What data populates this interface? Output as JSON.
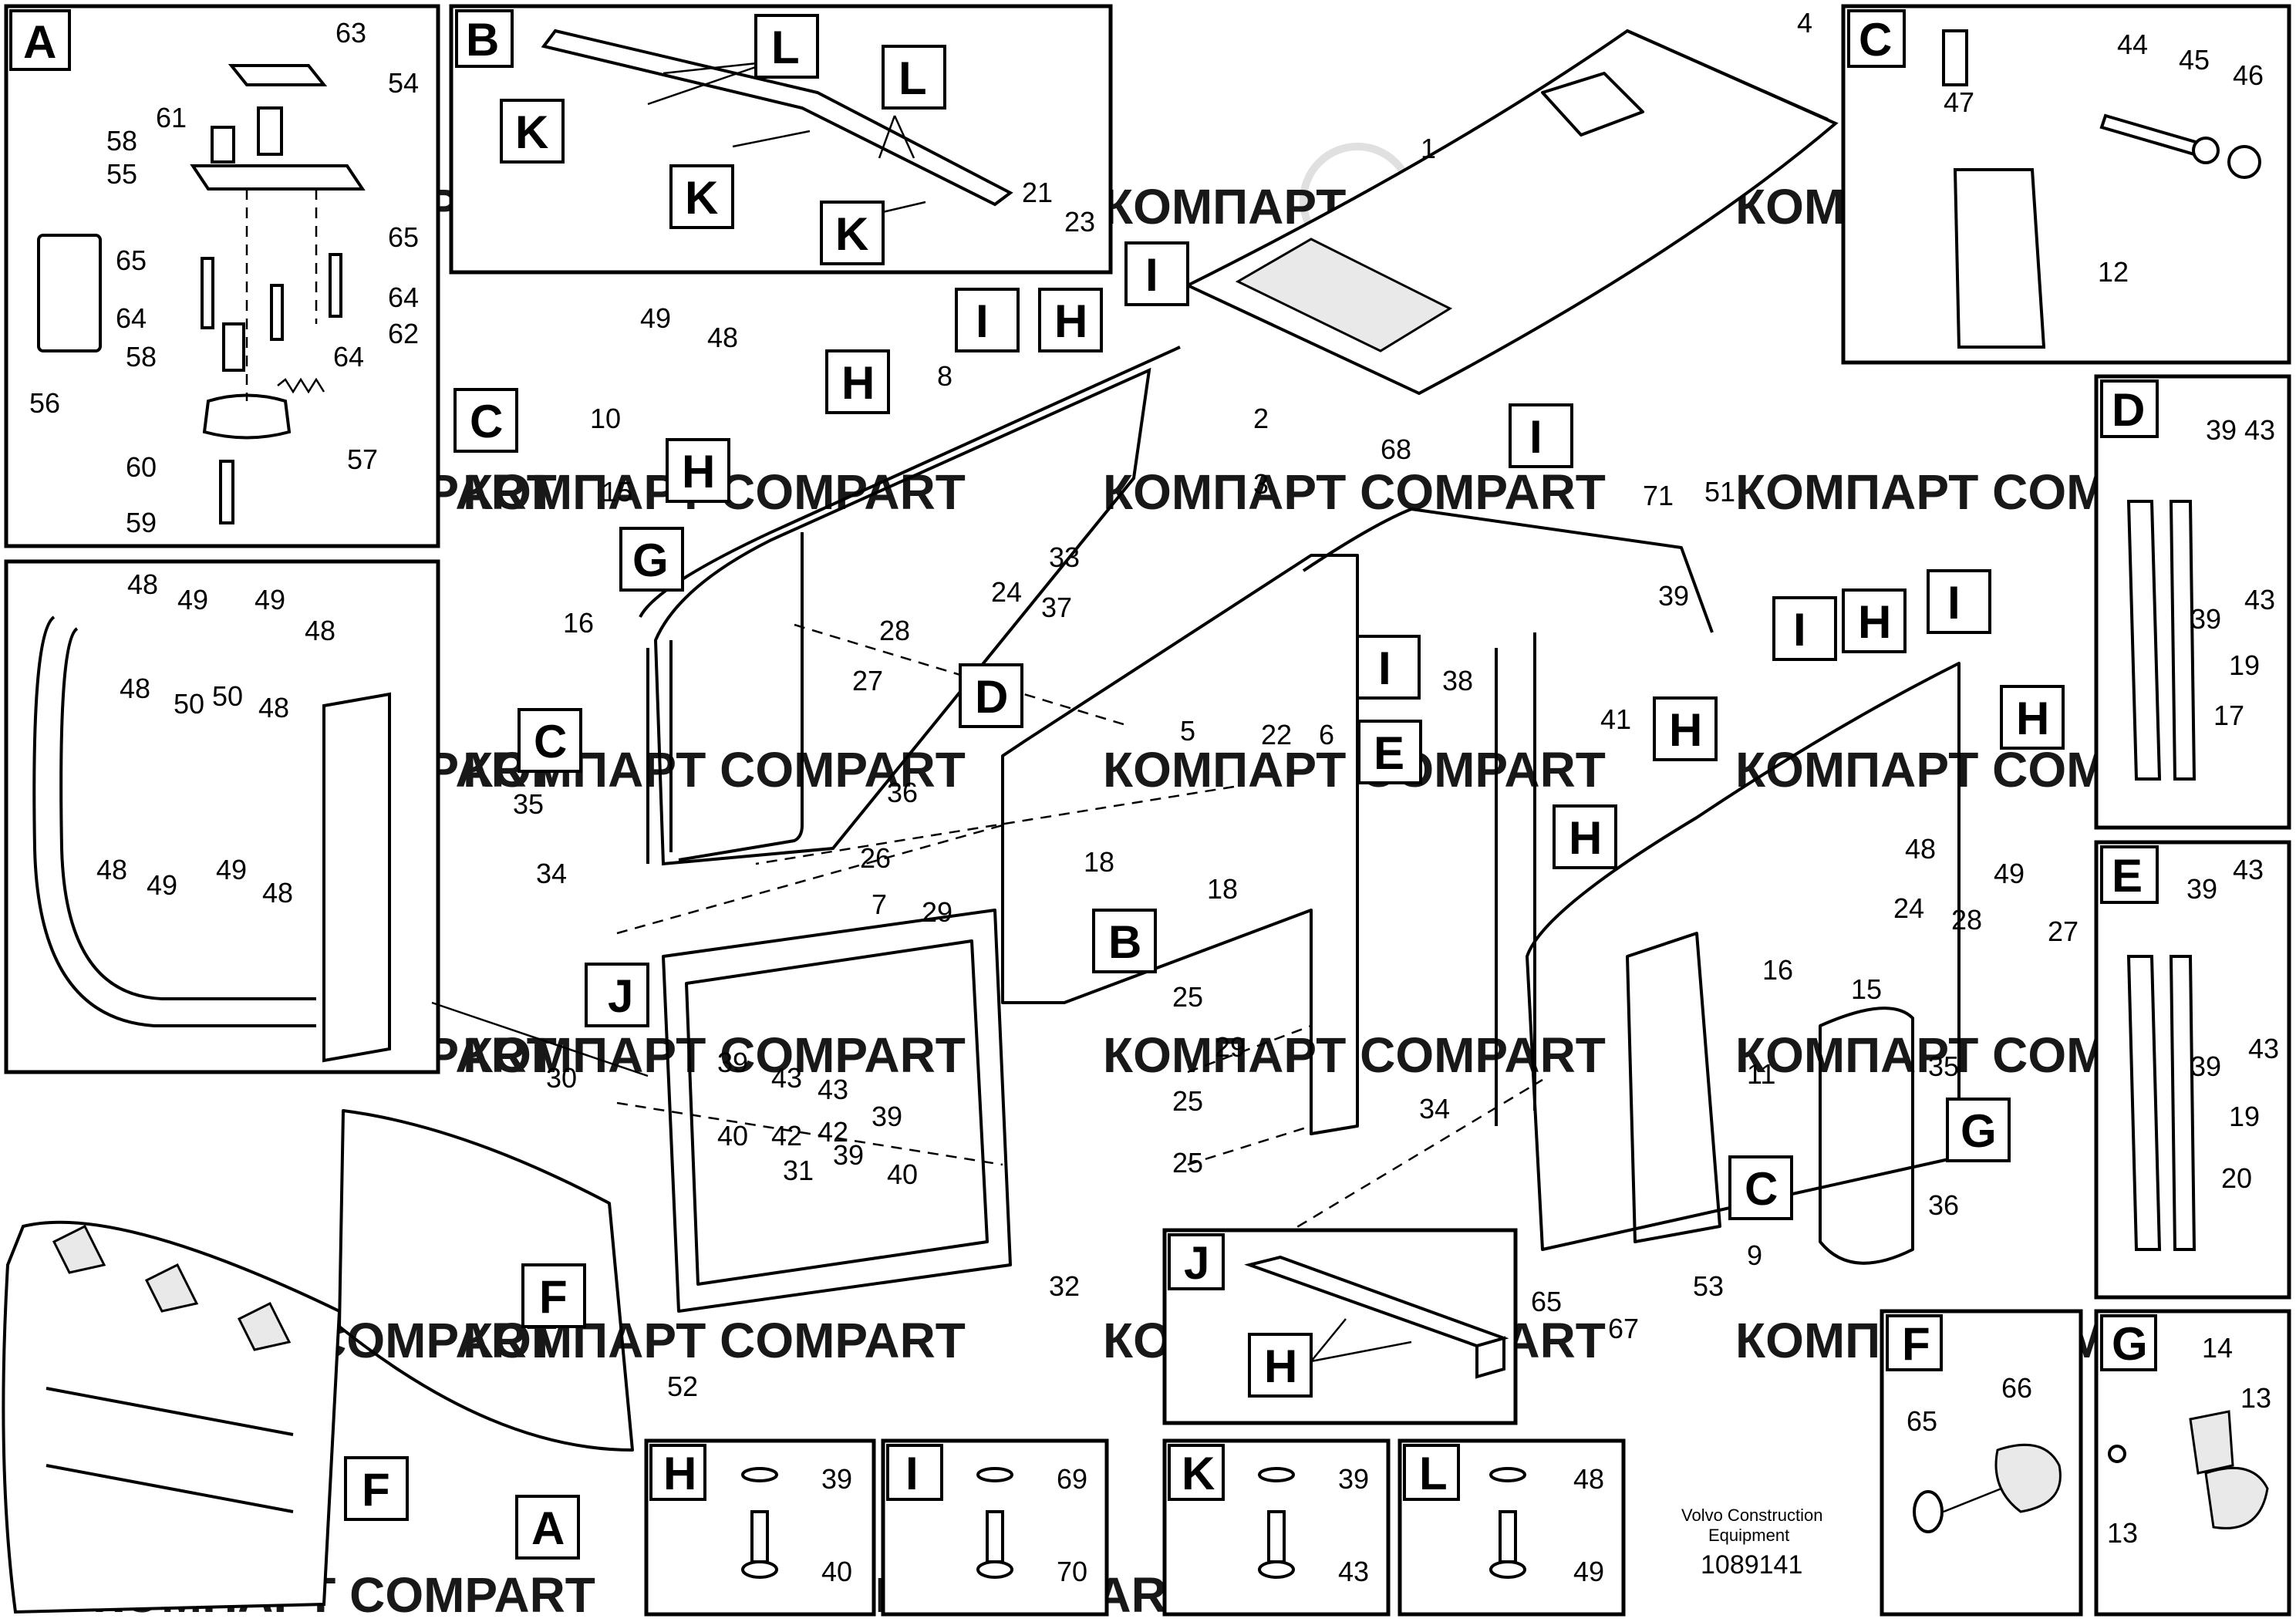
{
  "watermark": "КОМПАРТ COMPART",
  "panel_labels": {
    "A": "A",
    "B": "B",
    "C": "C",
    "D": "D",
    "E": "E",
    "F": "F",
    "G": "G",
    "H": "H",
    "I": "I",
    "J": "J",
    "K": "K",
    "L": "L"
  },
  "panel_a_numbers": [
    "63",
    "54",
    "61",
    "58",
    "55",
    "65",
    "64",
    "62",
    "64",
    "58",
    "57",
    "60",
    "59",
    "56",
    "65",
    "64"
  ],
  "panel_b_numbers": [
    "21",
    "23"
  ],
  "panel_c_numbers": [
    "47",
    "44",
    "45",
    "46",
    "12"
  ],
  "panel_d_numbers": [
    "39",
    "43",
    "39",
    "43",
    "19",
    "17"
  ],
  "panel_e_numbers": [
    "39",
    "43",
    "43",
    "39",
    "19",
    "20"
  ],
  "detail_numbers": [
    "48",
    "49",
    "49",
    "48",
    "48",
    "50",
    "50",
    "48",
    "48",
    "49",
    "49",
    "48"
  ],
  "main_numbers": [
    "4",
    "1",
    "2",
    "3",
    "49",
    "48",
    "8",
    "10",
    "15",
    "16",
    "33",
    "24",
    "37",
    "28",
    "27",
    "36",
    "35",
    "34",
    "68",
    "71",
    "51",
    "39",
    "41",
    "38",
    "5",
    "22",
    "6",
    "18",
    "18",
    "26",
    "7",
    "29",
    "29",
    "25",
    "25",
    "25",
    "43",
    "43",
    "39",
    "39",
    "42",
    "42",
    "39",
    "40",
    "40",
    "31",
    "30",
    "32",
    "48",
    "49",
    "24",
    "28",
    "27",
    "15",
    "16",
    "11",
    "35",
    "36",
    "9",
    "34",
    "53",
    "65",
    "67",
    "52"
  ],
  "panel_f_numbers": [
    "66",
    "65"
  ],
  "panel_g_numbers": [
    "14",
    "13",
    "13"
  ],
  "panel_h_numbers": [
    "39",
    "40"
  ],
  "panel_i_numbers": [
    "69",
    "70"
  ],
  "panel_k_numbers": [
    "39",
    "43"
  ],
  "panel_l_numbers": [
    "48",
    "49"
  ],
  "footer": {
    "brand_line1": "Volvo Construction",
    "brand_line2": "Equipment",
    "doc_number": "1089141"
  }
}
